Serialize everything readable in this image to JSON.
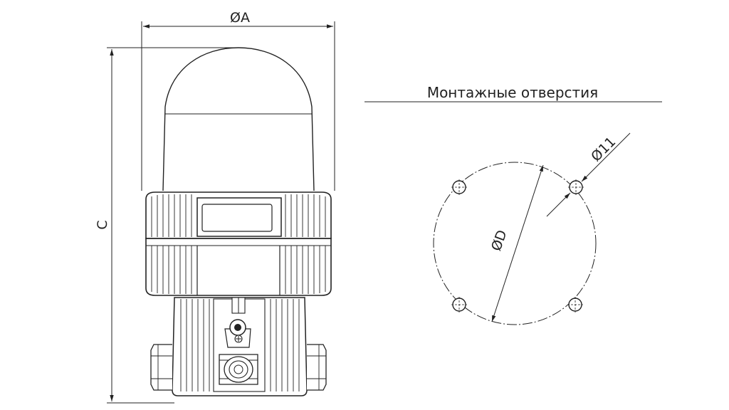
{
  "dimensions": {
    "diameter_a": "ØA",
    "height_c": "C",
    "hole_circle_d": "ØD",
    "hole_diameter": "Ø11"
  },
  "mounting": {
    "title": "Монтажные отверстия",
    "hole_count": 4
  }
}
